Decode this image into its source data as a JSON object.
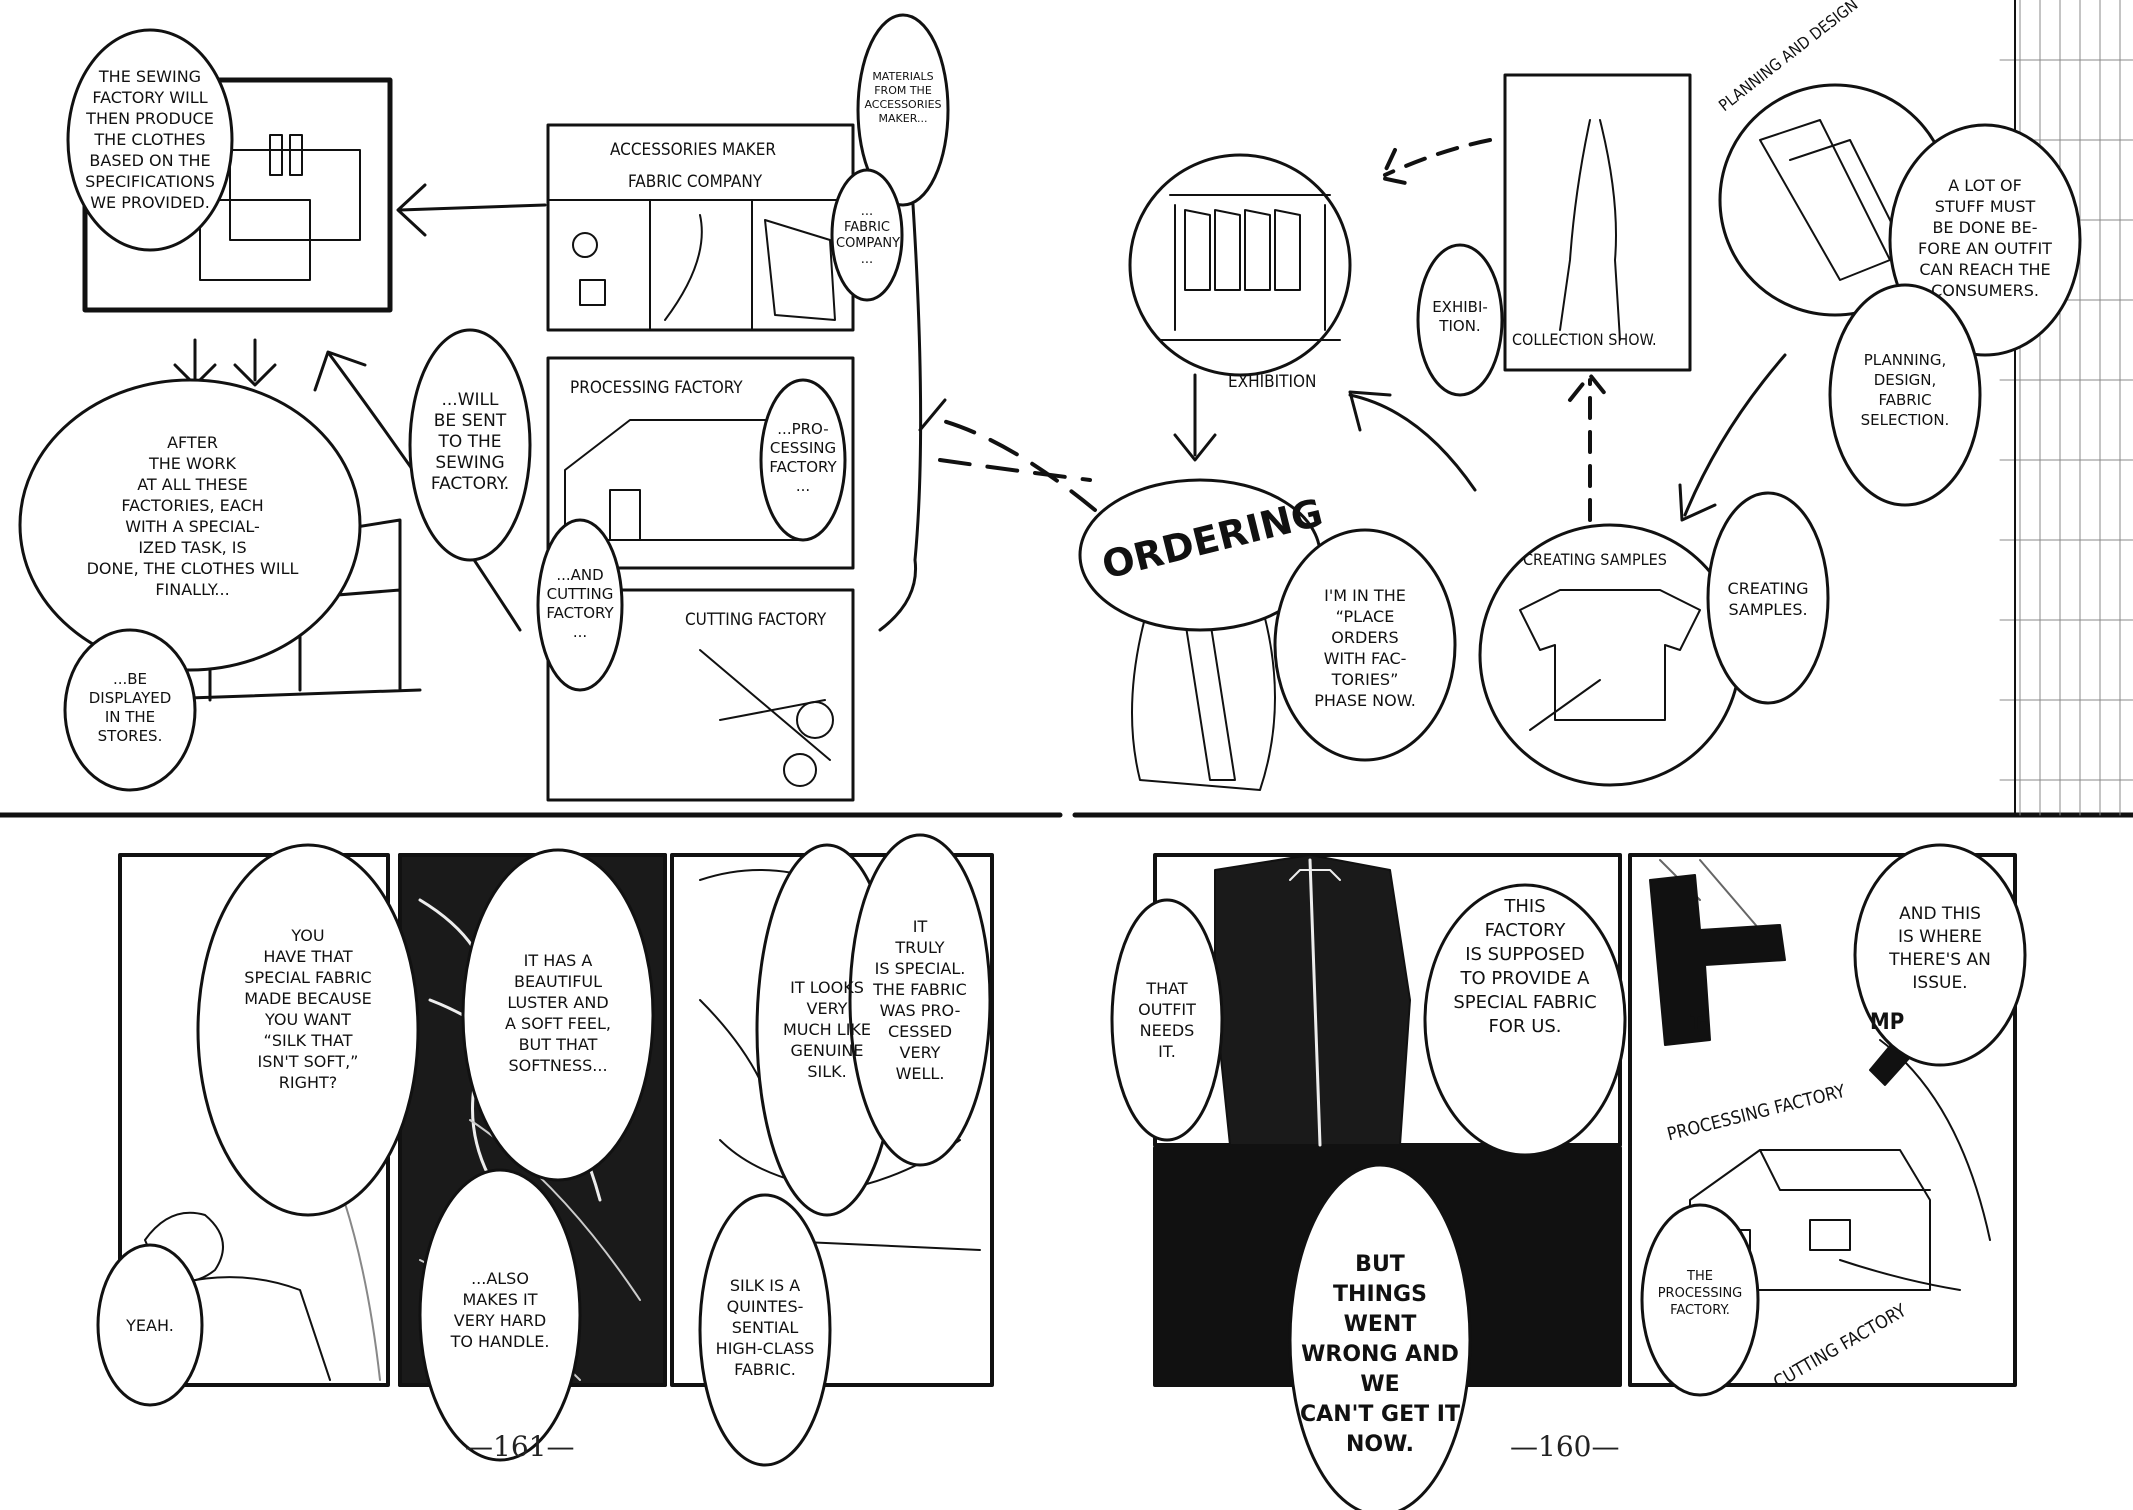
{
  "left_page": {
    "page_number": "—161—",
    "diagram": {
      "sewing_bubble": "THE SEWING\nFACTORY WILL\nTHEN PRODUCE\nTHE CLOTHES\nBASED ON THE\nSPECIFICATIONS\nWE PROVIDED.",
      "accessories_maker_label": "ACCESSORIES MAKER",
      "fabric_company_label": "FABRIC COMPANY",
      "materials_bubble": "MATERIALS\nFROM THE\nACCESSORIES\nMAKER...",
      "fabric_company_bubble": "...\nFABRIC\nCOMPANY\n...",
      "processing_factory_label": "PROCESSING FACTORY",
      "processing_bubble": "...PRO-\nCESSING\nFACTORY\n...",
      "cutting_factory_label": "CUTTING FACTORY",
      "cutting_bubble": "...AND\nCUTTING\nFACTORY\n...",
      "sent_bubble": "...WILL\nBE SENT\nTO THE\nSEWING\nFACTORY.",
      "after_work_bubble": "AFTER\nTHE WORK\nAT ALL THESE\nFACTORIES, EACH\nWITH A SPECIAL-\nIZED TASK, IS\nDONE, THE CLOTHES WILL\nFINALLY...",
      "displayed_bubble": "...BE\nDISPLAYED\nIN THE\nSTORES."
    },
    "panels": {
      "you_have_bubble": "YOU\nHAVE THAT\nSPECIAL FABRIC\nMADE BECAUSE\nYOU WANT\n“SILK THAT\nISN'T SOFT,”\nRIGHT?",
      "yeah_bubble": "YEAH.",
      "luster_bubble": "IT HAS A\nBEAUTIFUL\nLUSTER AND\nA SOFT FEEL,\nBUT THAT\nSOFTNESS...",
      "also_bubble": "...ALSO\nMAKES IT\nVERY HARD\nTO HANDLE.",
      "looks_bubble": "IT LOOKS\nVERY\nMUCH LIKE\nGENUINE\nSILK.",
      "special_bubble": "IT\nTRULY\nIS SPECIAL.\nTHE FABRIC\nWAS PRO-\nCESSED\nVERY\nWELL.",
      "silk_bubble": "SILK IS A\nQUINTES-\nSENTIAL\nHIGH-CLASS\nFABRIC."
    }
  },
  "right_page": {
    "page_number": "—160—",
    "diagram": {
      "exhibition_label": "EXHIBITION",
      "exhibition_bubble": "EXHIBI-\nTION.",
      "collection_show_label": "COLLECTION SHOW.",
      "planning_label": "PLANNING AND DESIGN",
      "lot_of_stuff_bubble": "A LOT OF\nSTUFF MUST\nBE DONE BE-\nFORE AN OUTFIT\nCAN REACH THE\nCONSUMERS.",
      "planning_bubble": "PLANNING,\nDESIGN,\nFABRIC\nSELECTION.",
      "ordering_label": "ORDERING",
      "phase_bubble": "I'M IN THE\n“PLACE\nORDERS\nWITH FAC-\nTORIES”\nPHASE NOW.",
      "creating_samples_label": "CREATING SAMPLES",
      "creating_samples_bubble": "CREATING\nSAMPLES."
    },
    "panels": {
      "outfit_bubble": "THAT\nOUTFIT\nNEEDS\nIT.",
      "factory_bubble": "THIS\nFACTORY\nIS SUPPOSED\nTO PROVIDE A\nSPECIAL FABRIC\nFOR US.",
      "issue_bubble": "AND THIS\nIS WHERE\nTHERE'S AN\nISSUE.",
      "went_wrong_bubble": "BUT\nTHINGS WENT\nWRONG AND WE\nCAN'T GET IT\nNOW.",
      "processing_factory_sign": "PROCESSING FACTORY",
      "cutting_factory_sign": "CUTTING FACTORY",
      "the_processing_bubble": "THE\nPROCESSING\nFACTORY.",
      "sign_t": "T-",
      "sign_mp": "MP"
    }
  }
}
